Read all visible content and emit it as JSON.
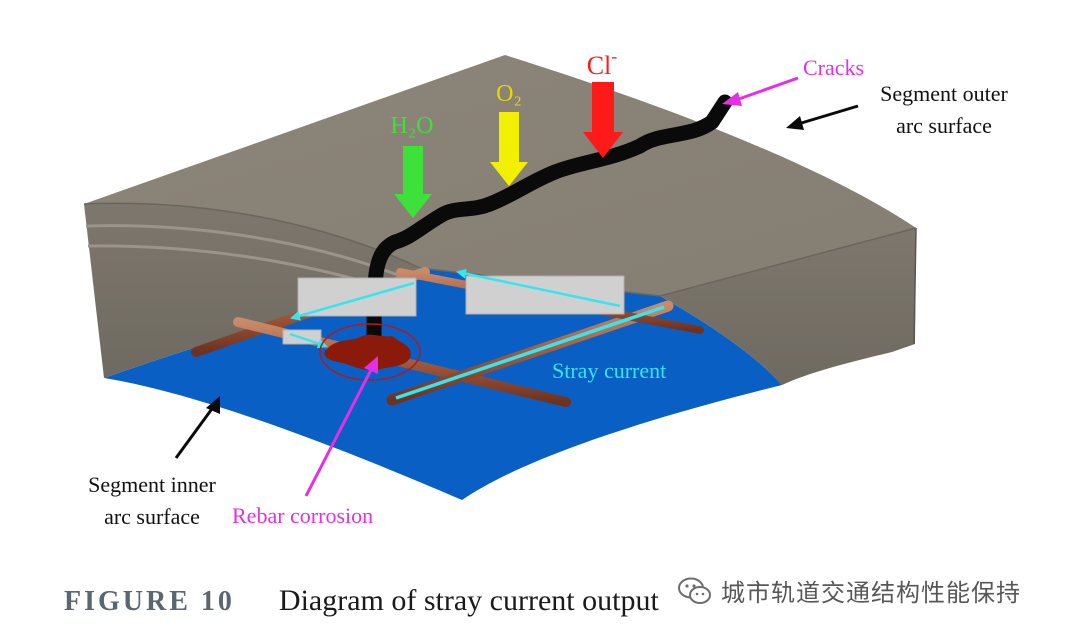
{
  "labels": {
    "h2o": "H₂O",
    "o2": "O₂",
    "cl": "Cl",
    "cl_sup": "-",
    "cracks": "Cracks",
    "outer_1": "Segment outer",
    "outer_2": "arc surface",
    "inner_1": "Segment inner",
    "inner_2": "arc surface",
    "rebar_corrosion": "Rebar corrosion",
    "stray_current": "Stray current"
  },
  "caption": {
    "figure_number": "FIGURE 10",
    "text": "Diagram of stray current output"
  },
  "watermark": {
    "text": "城市轨道交通结构性能保持"
  },
  "colors": {
    "concrete_top": "#8a8378",
    "concrete_side": "#7b756c",
    "inner_surface": "#0a5fc4",
    "rebar": "#a35a3c",
    "crack": "#0a0a0a",
    "h2o_arrow": "#3ee03a",
    "o2_arrow": "#f2f000",
    "cl_arrow": "#ff1a1a",
    "magenta": "#e62ee6",
    "cyan": "#33e6f0",
    "corrosion": "#8b1a0a"
  }
}
